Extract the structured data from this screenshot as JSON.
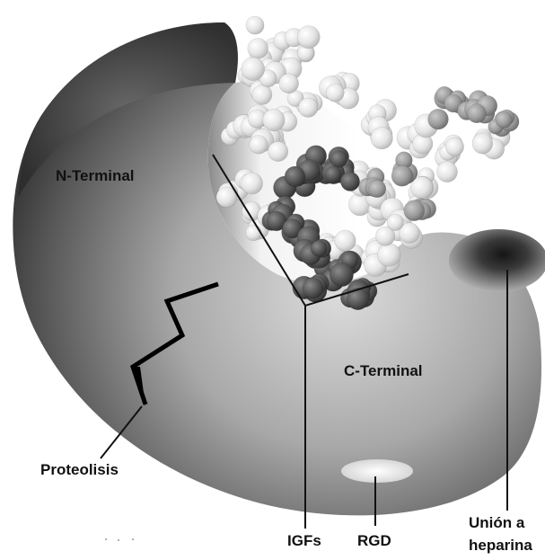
{
  "labels": {
    "n_terminal": "N-Terminal",
    "c_terminal": "C-Terminal",
    "proteolisis": "Proteolisis",
    "igfs": "IGFs",
    "rgd": "RGD",
    "union_line1": "Unión a",
    "union_line2": "heparina"
  },
  "colors": {
    "shell_dark": "#2a2a2a",
    "shell_mid": "#7a7a7a",
    "shell_light": "#e2e2e2",
    "molecule_light": "#e6e6e6",
    "molecule_mid": "#a0a0a0",
    "molecule_dark": "#4a4a4a",
    "line": "#111111"
  }
}
